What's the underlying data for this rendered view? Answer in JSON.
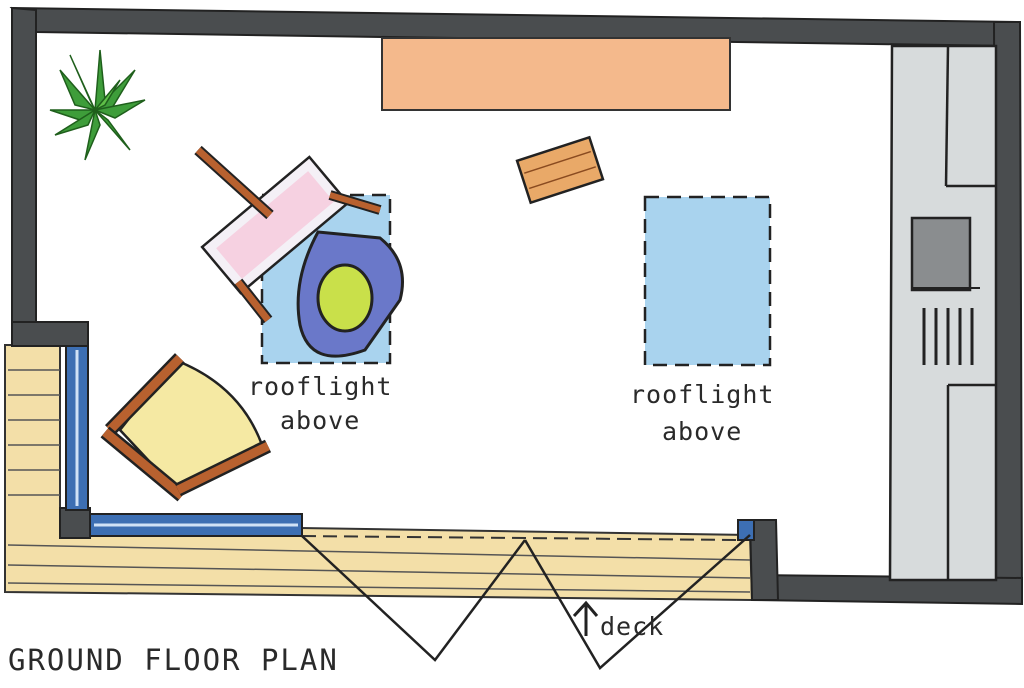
{
  "labels": {
    "rooflight_1": [
      "rooflight",
      "above"
    ],
    "rooflight_2": [
      "rooflight",
      "above"
    ],
    "deck": "deck",
    "title": "GROUND FLOOR PLAN"
  },
  "colors": {
    "wall": "#4a4d4f",
    "deck": "#f3dfa8",
    "window_frame": "#3d6fb3",
    "rooflight": "#a9d3ee",
    "rug": "#f4b98c",
    "chair_arm": "#b8612f",
    "chair_seat": "#f5e9a3",
    "plant": "#3e9d3a",
    "kitchen": "#d7dbdc"
  },
  "icons": [
    "plant-icon",
    "deck-arrow-icon"
  ]
}
